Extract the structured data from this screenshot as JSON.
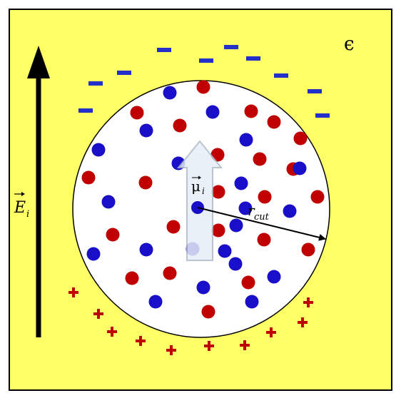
{
  "labels": {
    "epsilon": "ϵ",
    "field_symbol": "E",
    "field_subscript": "i",
    "dipole_symbol": "μ",
    "dipole_subscript": "i",
    "radius_symbol": "r",
    "radius_subscript": "cut"
  },
  "colors": {
    "background": "#FFFF66",
    "border": "#000000",
    "sphere": "#FFFFFF",
    "positive_particle": "#C00000",
    "negative_particle": "#1A0FC8",
    "negative_charge_mark": "#2030C8",
    "positive_charge_mark": "#C00000",
    "dipole_arrow_fill": "#E6EEF6",
    "dipole_arrow_stroke": "#B0BCC8",
    "arrow": "#000000"
  },
  "icons": {
    "field_arrow": "upward-arrow",
    "dipole_arrow": "hollow-upward-arrow",
    "radius_arrow": "right-arrow",
    "negative_charge": "minus-sign",
    "positive_charge": "plus-sign"
  }
}
